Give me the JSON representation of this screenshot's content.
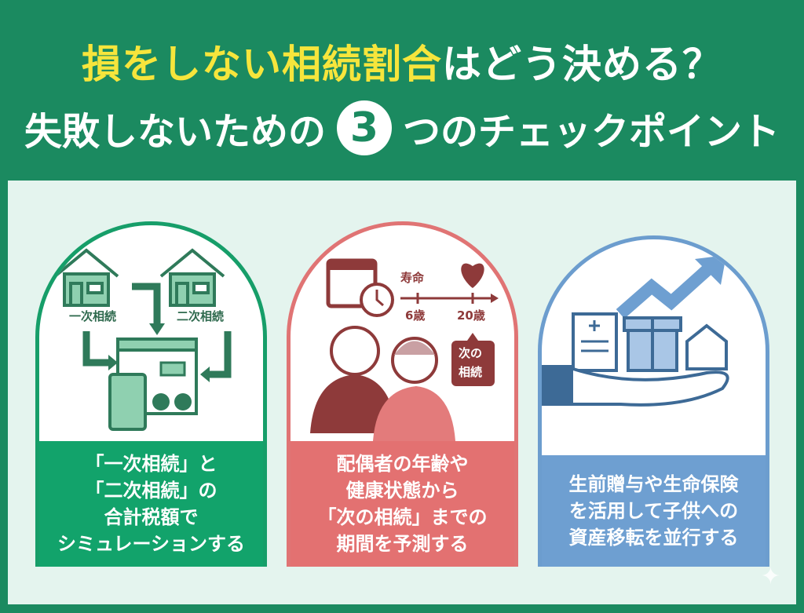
{
  "title": {
    "line1_highlight": "損をしない相続割合",
    "line1_rest": "はどう決める？",
    "line2_before": "失敗しないための",
    "line2_number": "3",
    "line2_after": "つのチェックポイント"
  },
  "cards": [
    {
      "icon_labels": {
        "left": "一次相続",
        "right": "二次相続"
      },
      "caption": [
        "「一次相続」と",
        "「二次相続」の",
        "合計税額で",
        "シミュレーションする"
      ],
      "color": "#12a36b"
    },
    {
      "icon_labels": {
        "lifespan": "寿命",
        "age1": "6歳",
        "age2": "20歳",
        "next1": "次の",
        "next2": "相続"
      },
      "caption": [
        "配偶者の年齢や",
        "健康状態から",
        "「次の相続」までの",
        "期間を予測する"
      ],
      "color": "#e37171"
    },
    {
      "caption": [
        "生前贈与や生命保険",
        "を活用して子供への",
        "資産移転を並行する"
      ],
      "color": "#6e9fd1"
    }
  ]
}
